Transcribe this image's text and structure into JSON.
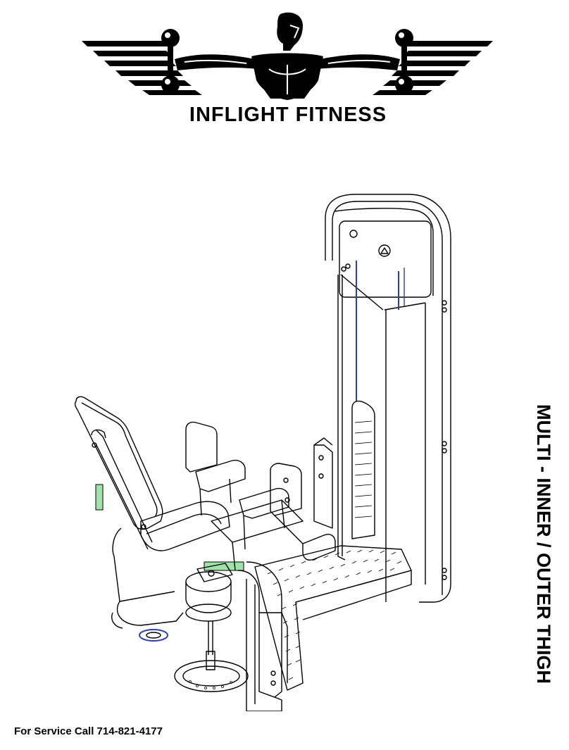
{
  "brand": {
    "name": "INFLIGHT FITNESS",
    "logo_icon": "winged-bodybuilder-logo"
  },
  "product": {
    "title": "MULTI - INNER /  OUTER THIGH"
  },
  "illustration": {
    "icon": "inner-outer-thigh-machine-drawing",
    "accent_colors": {
      "pad_highlight": "#9ee3a8",
      "cable_blue": "#2b3fb5",
      "line": "#000000"
    }
  },
  "footer": {
    "service_text": "For Service Call 714-821-4177"
  }
}
